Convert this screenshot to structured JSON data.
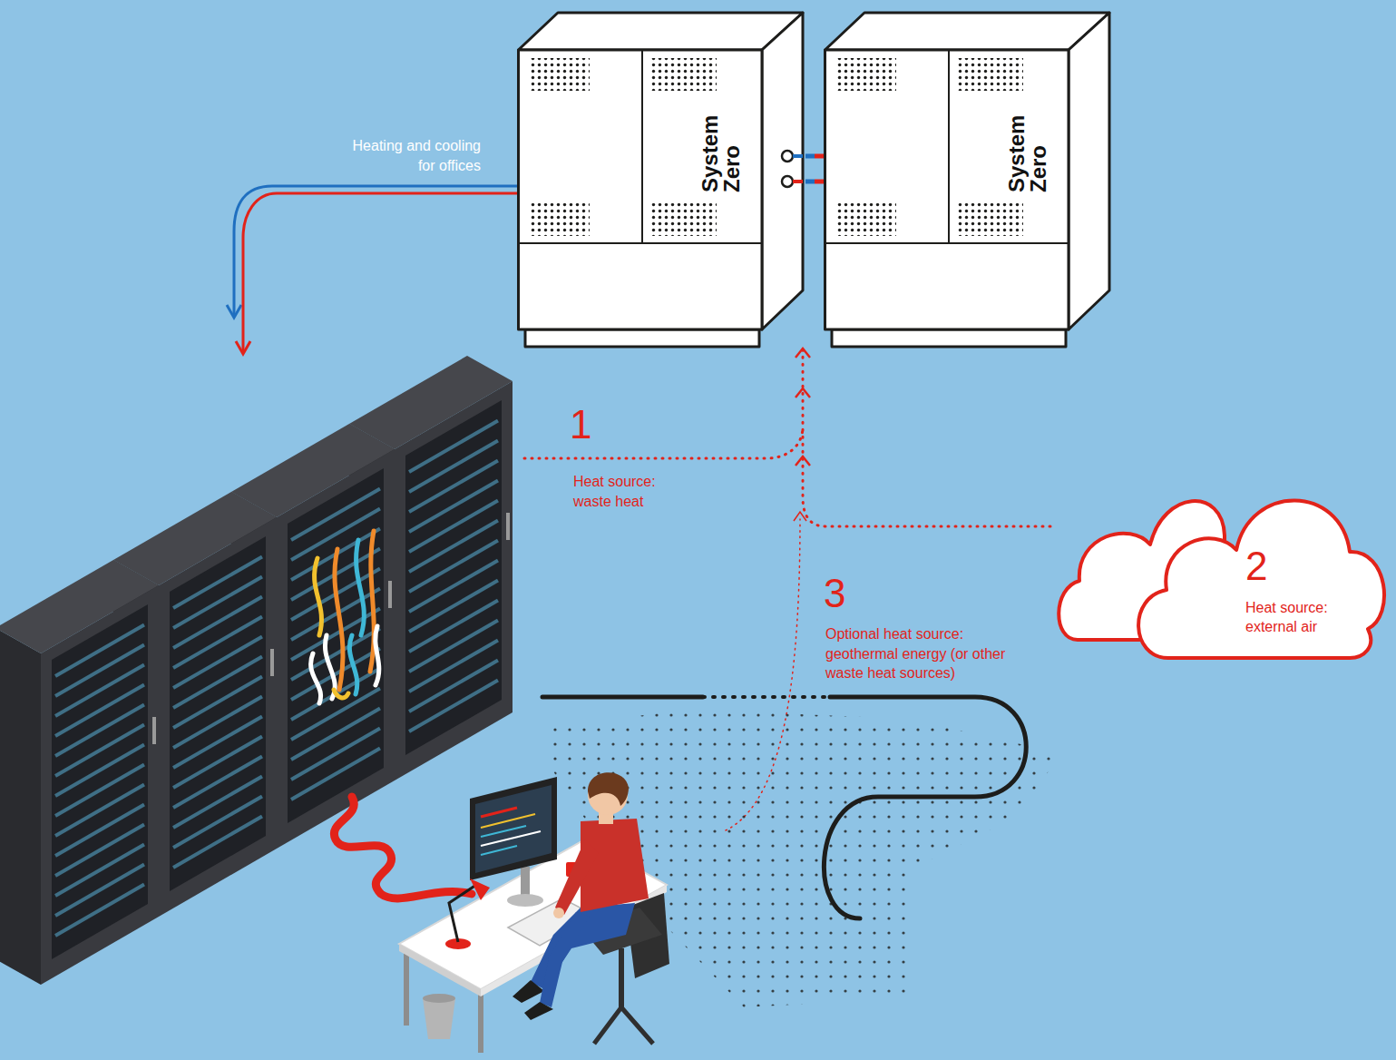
{
  "diagram": {
    "nodes": [
      {
        "text": [
          "System Zero"
        ]
      },
      {
        "text": [
          "System Zero"
        ]
      },
      {
        "text": [
          "2",
          "Heat source: external air"
        ]
      }
    ],
    "edges": [
      {
        "from": 0,
        "to": 1,
        "arrow": "none"
      },
      {
        "from": 2,
        "to": 0,
        "arrow": "to"
      }
    ],
    "labels": [
      "Heating and cooling for offices",
      "1",
      "Heat source: waste heat",
      "3",
      "Optional heat source: geothermal energy (or other waste heat sources)"
    ]
  }
}
